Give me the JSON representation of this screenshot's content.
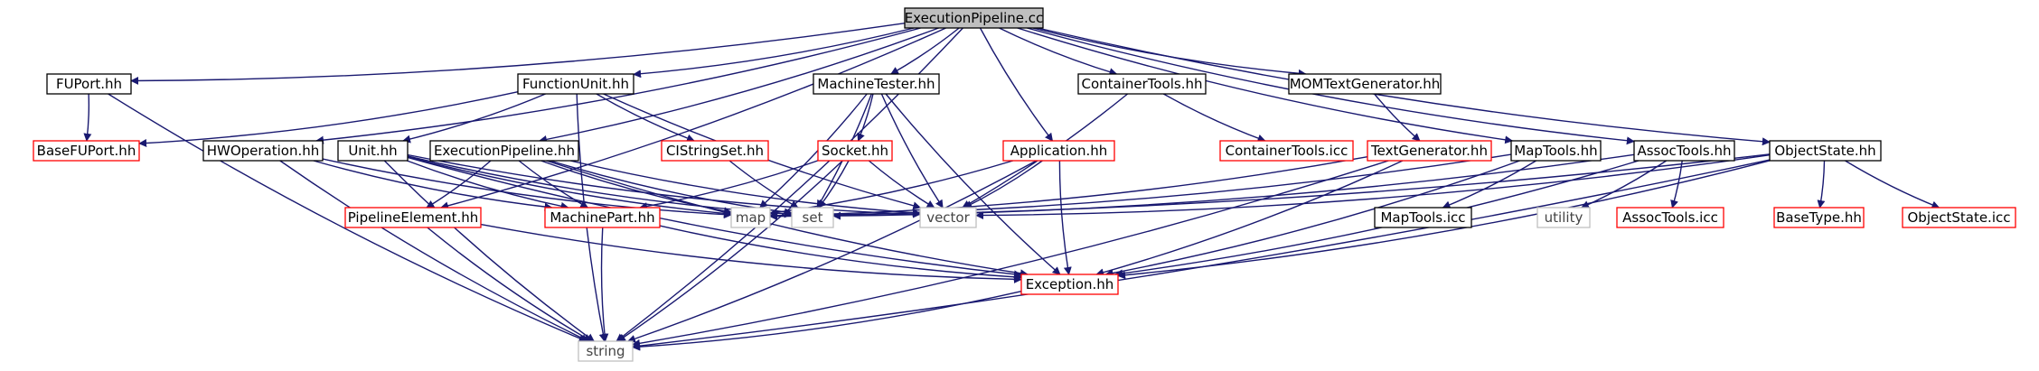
{
  "graph": {
    "colors": {
      "edge": "#191970",
      "root_fill": "#bfbfbf",
      "border_black": "#000000",
      "border_red": "#ff0000",
      "border_gray": "#bfbfbf"
    },
    "nodes": [
      {
        "id": "root",
        "label": "ExecutionPipeline.cc",
        "style": "root"
      },
      {
        "id": "fuport",
        "label": "FUPort.hh",
        "style": "black"
      },
      {
        "id": "functionunit",
        "label": "FunctionUnit.hh",
        "style": "black"
      },
      {
        "id": "machinetester",
        "label": "MachineTester.hh",
        "style": "black"
      },
      {
        "id": "containertools",
        "label": "ContainerTools.hh",
        "style": "black"
      },
      {
        "id": "momtextgen",
        "label": "MOMTextGenerator.hh",
        "style": "black"
      },
      {
        "id": "basefuport",
        "label": "BaseFUPort.hh",
        "style": "red"
      },
      {
        "id": "hwoperation",
        "label": "HWOperation.hh",
        "style": "black"
      },
      {
        "id": "unit",
        "label": "Unit.hh",
        "style": "black"
      },
      {
        "id": "execpipeline",
        "label": "ExecutionPipeline.hh",
        "style": "black"
      },
      {
        "id": "cistringset",
        "label": "CIStringSet.hh",
        "style": "red"
      },
      {
        "id": "socket",
        "label": "Socket.hh",
        "style": "red"
      },
      {
        "id": "application",
        "label": "Application.hh",
        "style": "red"
      },
      {
        "id": "containertoolsicc",
        "label": "ContainerTools.icc",
        "style": "red"
      },
      {
        "id": "textgenerator",
        "label": "TextGenerator.hh",
        "style": "red"
      },
      {
        "id": "maptools",
        "label": "MapTools.hh",
        "style": "black"
      },
      {
        "id": "assoctools",
        "label": "AssocTools.hh",
        "style": "black"
      },
      {
        "id": "objectstate",
        "label": "ObjectState.hh",
        "style": "black"
      },
      {
        "id": "pipelineelement",
        "label": "PipelineElement.hh",
        "style": "red"
      },
      {
        "id": "machinepart",
        "label": "MachinePart.hh",
        "style": "red"
      },
      {
        "id": "map",
        "label": "map",
        "style": "gray"
      },
      {
        "id": "set",
        "label": "set",
        "style": "gray"
      },
      {
        "id": "vector",
        "label": "vector",
        "style": "gray"
      },
      {
        "id": "maptoolsicc",
        "label": "MapTools.icc",
        "style": "black"
      },
      {
        "id": "utility",
        "label": "utility",
        "style": "gray"
      },
      {
        "id": "assoctoolsicc",
        "label": "AssocTools.icc",
        "style": "red"
      },
      {
        "id": "basetype",
        "label": "BaseType.hh",
        "style": "red"
      },
      {
        "id": "objectstateicc",
        "label": "ObjectState.icc",
        "style": "red"
      },
      {
        "id": "exception",
        "label": "Exception.hh",
        "style": "red"
      },
      {
        "id": "string",
        "label": "string",
        "style": "gray"
      }
    ],
    "edges": [
      [
        "root",
        "fuport"
      ],
      [
        "root",
        "functionunit"
      ],
      [
        "root",
        "machinetester"
      ],
      [
        "root",
        "containertools"
      ],
      [
        "root",
        "momtextgen"
      ],
      [
        "root",
        "hwoperation"
      ],
      [
        "root",
        "execpipeline"
      ],
      [
        "root",
        "application"
      ],
      [
        "root",
        "maptools"
      ],
      [
        "root",
        "assoctools"
      ],
      [
        "root",
        "objectstate"
      ],
      [
        "root",
        "pipelineelement"
      ],
      [
        "root",
        "string"
      ],
      [
        "fuport",
        "basefuport"
      ],
      [
        "fuport",
        "string"
      ],
      [
        "functionunit",
        "basefuport"
      ],
      [
        "functionunit",
        "unit"
      ],
      [
        "functionunit",
        "cistringset"
      ],
      [
        "functionunit",
        "vector"
      ],
      [
        "functionunit",
        "string"
      ],
      [
        "machinetester",
        "socket"
      ],
      [
        "machinetester",
        "map"
      ],
      [
        "machinetester",
        "set"
      ],
      [
        "machinetester",
        "vector"
      ],
      [
        "machinetester",
        "exception"
      ],
      [
        "containertools",
        "containertoolsicc"
      ],
      [
        "containertools",
        "vector"
      ],
      [
        "momtextgen",
        "textgenerator"
      ],
      [
        "hwoperation",
        "machinepart"
      ],
      [
        "hwoperation",
        "map"
      ],
      [
        "hwoperation",
        "string"
      ],
      [
        "unit",
        "machinepart"
      ],
      [
        "unit",
        "map"
      ],
      [
        "unit",
        "set"
      ],
      [
        "unit",
        "vector"
      ],
      [
        "unit",
        "string"
      ],
      [
        "unit",
        "exception"
      ],
      [
        "execpipeline",
        "pipelineelement"
      ],
      [
        "execpipeline",
        "machinepart"
      ],
      [
        "execpipeline",
        "map"
      ],
      [
        "execpipeline",
        "set"
      ],
      [
        "execpipeline",
        "vector"
      ],
      [
        "execpipeline",
        "exception"
      ],
      [
        "cistringset",
        "set"
      ],
      [
        "socket",
        "machinepart"
      ],
      [
        "socket",
        "set"
      ],
      [
        "socket",
        "vector"
      ],
      [
        "socket",
        "string"
      ],
      [
        "application",
        "map"
      ],
      [
        "application",
        "vector"
      ],
      [
        "application",
        "string"
      ],
      [
        "application",
        "exception"
      ],
      [
        "textgenerator",
        "map"
      ],
      [
        "textgenerator",
        "string"
      ],
      [
        "textgenerator",
        "exception"
      ],
      [
        "maptools",
        "maptoolsicc"
      ],
      [
        "maptools",
        "map"
      ],
      [
        "maptools",
        "exception"
      ],
      [
        "assoctools",
        "assoctoolsicc"
      ],
      [
        "assoctools",
        "utility"
      ],
      [
        "assoctools",
        "set"
      ],
      [
        "assoctools",
        "exception"
      ],
      [
        "objectstate",
        "basetype"
      ],
      [
        "objectstate",
        "objectstateicc"
      ],
      [
        "objectstate",
        "map"
      ],
      [
        "objectstate",
        "vector"
      ],
      [
        "objectstate",
        "exception"
      ],
      [
        "objectstate",
        "string"
      ],
      [
        "pipelineelement",
        "exception"
      ],
      [
        "pipelineelement",
        "string"
      ],
      [
        "machinepart",
        "exception"
      ],
      [
        "machinepart",
        "string"
      ],
      [
        "exception",
        "string"
      ]
    ]
  }
}
